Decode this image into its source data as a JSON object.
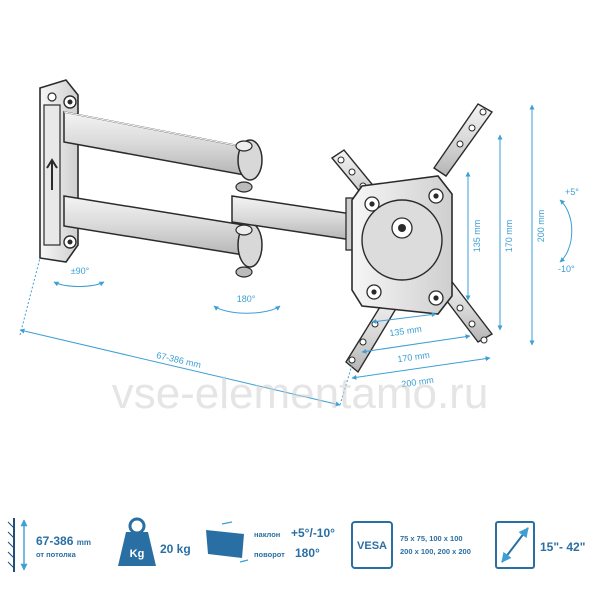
{
  "watermark": "vse-elementamo.ru",
  "dimensions": {
    "depth": "67-386 mm",
    "swivel_wall": "±90°",
    "swivel_arm": "180°",
    "tilt_up": "+5°",
    "tilt_down": "-10°",
    "vesa_h1": "135 mm",
    "vesa_h2": "170 mm",
    "vesa_h3": "200 mm",
    "vesa_v1": "135 mm",
    "vesa_v2": "170 mm",
    "vesa_v3": "200 mm"
  },
  "specs": {
    "distance_value": "67-386",
    "distance_unit": "mm",
    "distance_sub": "от потолка",
    "weight_icon_label": "Kg",
    "weight_value": "20 kg",
    "tilt_label": "наклон",
    "tilt_value": "+5°/-10°",
    "swivel_label": "поворот",
    "swivel_value": "180°",
    "vesa_label": "VESA",
    "vesa_line1": "75 x 75, 100 x 100",
    "vesa_line2": "200 x 100, 200 x 200",
    "screen_size": "15\"- 42\""
  },
  "colors": {
    "accent": "#3d9fd4",
    "dark_accent": "#2a6fa3",
    "steel": "#4a4a4a"
  }
}
